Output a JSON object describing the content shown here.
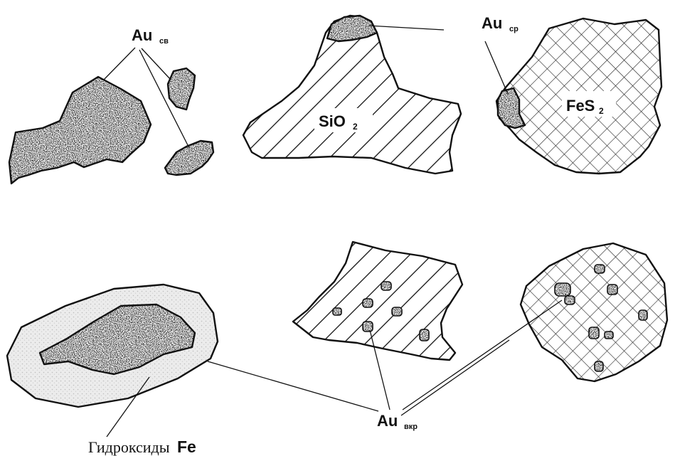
{
  "labels": {
    "au_free": {
      "main": "Au",
      "sub": "св"
    },
    "au_intergrowth": {
      "main": "Au",
      "sub": "ср"
    },
    "au_disseminated": {
      "main": "Au",
      "sub": "вкр"
    },
    "sio2": {
      "main": "SiO",
      "sub": "2"
    },
    "fes2": {
      "main": "FeS",
      "sub": "2"
    },
    "hydroxides": {
      "main": "Гидроксиды",
      "element": "Fe"
    }
  },
  "colors": {
    "ink": "#111111",
    "gold_speckle_base": "#9a9a9a",
    "hydroxide_rim": "#e6e6e6",
    "background": "#ffffff"
  }
}
